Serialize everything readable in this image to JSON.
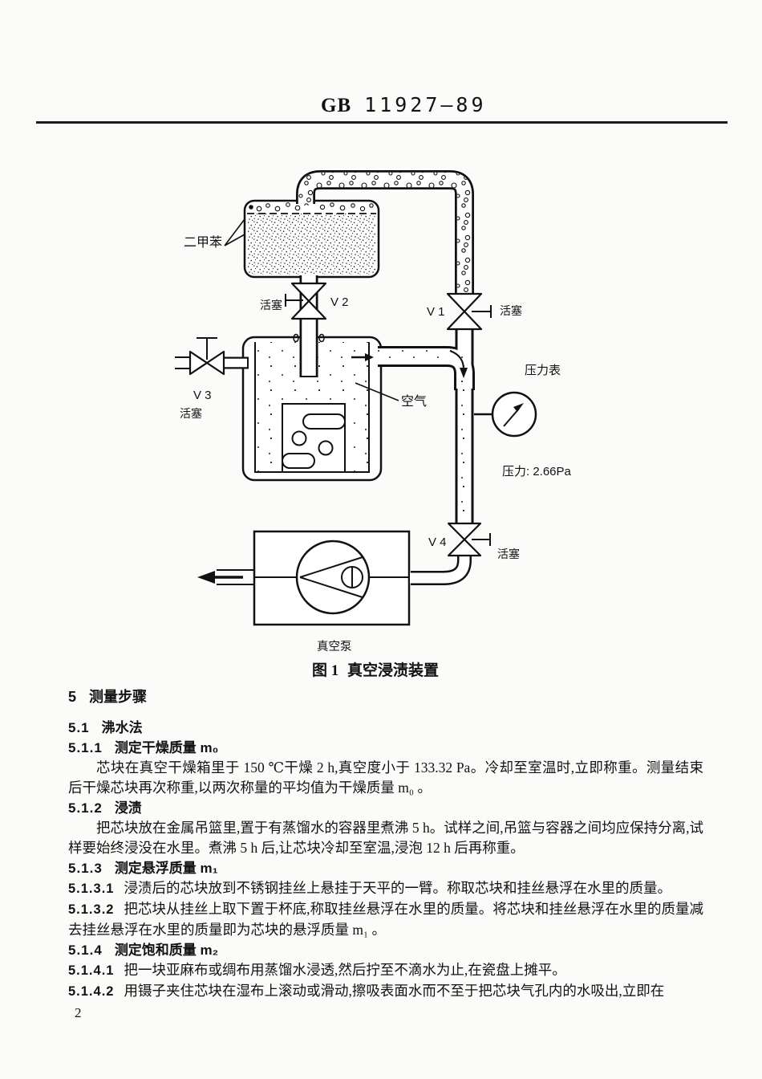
{
  "header": {
    "code": "GB",
    "number": "11927—89"
  },
  "figure": {
    "caption_prefix": "图 1",
    "caption_title": "真空浸渍装置",
    "labels": {
      "xylene": "二甲苯",
      "v2": "V 2",
      "v2_stopcock": "活塞",
      "v1": "V 1",
      "v1_stopcock": "活塞",
      "v3": "V 3",
      "v3_stopcock": "活塞",
      "air": "空气",
      "gauge": "压力表",
      "pressure": "压力: 2.66Pa",
      "v4": "V 4",
      "v4_stopcock": "活塞",
      "pump": "真空泵"
    }
  },
  "content": {
    "s5": {
      "num": "5",
      "title": "测量步骤"
    },
    "s5_1": {
      "num": "5.1",
      "title": "沸水法"
    },
    "s5_1_1": {
      "num": "5.1.1",
      "title": "测定干燥质量 m₀"
    },
    "p5_1_1": "芯块在真空干燥箱里于 150 ℃干燥 2 h,真空度小于 133.32 Pa。冷却至室温时,立即称重。测量结束后干燥芯块再次称重,以两次称量的平均值为干燥质量 m₀ 。",
    "s5_1_2": {
      "num": "5.1.2",
      "title": "浸渍"
    },
    "p5_1_2": "把芯块放在金属吊篮里,置于有蒸馏水的容器里煮沸 5 h。试样之间,吊篮与容器之间均应保持分离,试样要始终浸没在水里。煮沸 5 h 后,让芯块冷却至室温,浸泡 12 h 后再称重。",
    "s5_1_3": {
      "num": "5.1.3",
      "title": "测定悬浮质量 m₁"
    },
    "s5_1_3_1": {
      "num": "5.1.3.1",
      "text": "浸渍后的芯块放到不锈钢挂丝上悬挂于天平的一臂。称取芯块和挂丝悬浮在水里的质量。"
    },
    "s5_1_3_2": {
      "num": "5.1.3.2",
      "text": "把芯块从挂丝上取下置于杯底,称取挂丝悬浮在水里的质量。将芯块和挂丝悬浮在水里的质量减去挂丝悬浮在水里的质量即为芯块的悬浮质量 m₁ 。"
    },
    "s5_1_4": {
      "num": "5.1.4",
      "title": "测定饱和质量 m₂"
    },
    "s5_1_4_1": {
      "num": "5.1.4.1",
      "text": "把一块亚麻布或绸布用蒸馏水浸透,然后拧至不滴水为止,在瓷盘上摊平。"
    },
    "s5_1_4_2": {
      "num": "5.1.4.2",
      "text": "用镊子夹住芯块在湿布上滚动或滑动,擦吸表面水而不至于把芯块气孔内的水吸出,立即在"
    }
  },
  "footer": {
    "page_number": "2"
  }
}
